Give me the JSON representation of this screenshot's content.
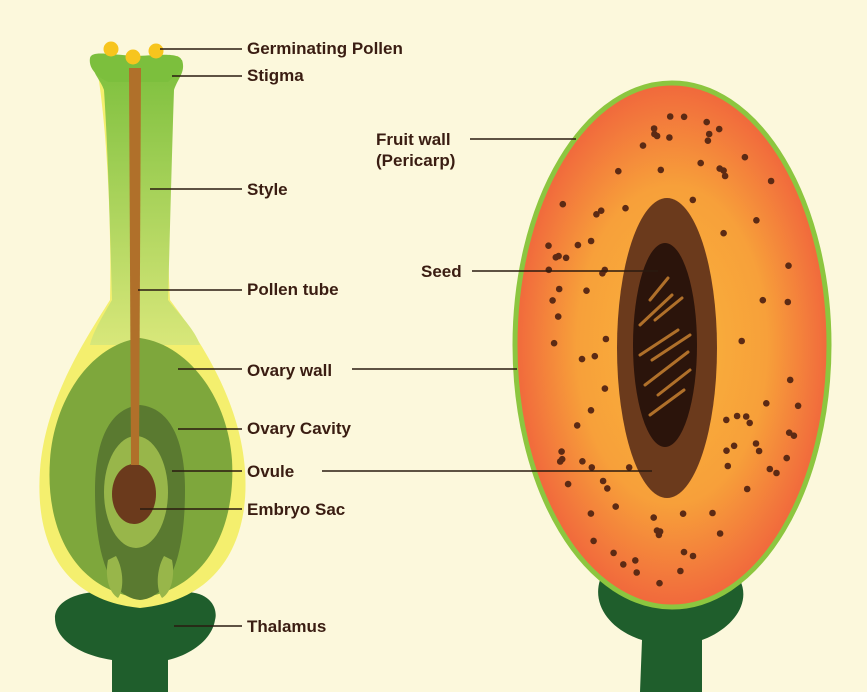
{
  "colors": {
    "background": "#fcf8dc",
    "label_text": "#3a1d12",
    "thalamus": "#1f5e2c",
    "style_green": "#8cc63f",
    "ovary_yellow": "#f4ef6e",
    "ovary_cavity": "#7ea73c",
    "ovule": "#5a7a30",
    "embryo_sac": "#6b3a1c",
    "pollen_tube": "#b0702a",
    "pollen_grain": "#f7c51e",
    "pericarp_outer": "#ef5a3d",
    "pericarp_inner": "#f7a03a",
    "fruit_rim": "#8cc63f",
    "seed_coat": "#6b3a1c",
    "seed_inner": "#2b140b",
    "speckle": "#5c2a14"
  },
  "labels": {
    "germinating_pollen": "Germinating Pollen",
    "stigma": "Stigma",
    "style": "Style",
    "pollen_tube": "Pollen tube",
    "ovary_wall": "Ovary wall",
    "ovary_cavity": "Ovary Cavity",
    "ovule": "Ovule",
    "embryo_sac": "Embryo Sac",
    "thalamus": "Thalamus",
    "fruit_wall_line1": "Fruit wall",
    "fruit_wall_line2": "(Pericarp)",
    "seed": "Seed"
  }
}
